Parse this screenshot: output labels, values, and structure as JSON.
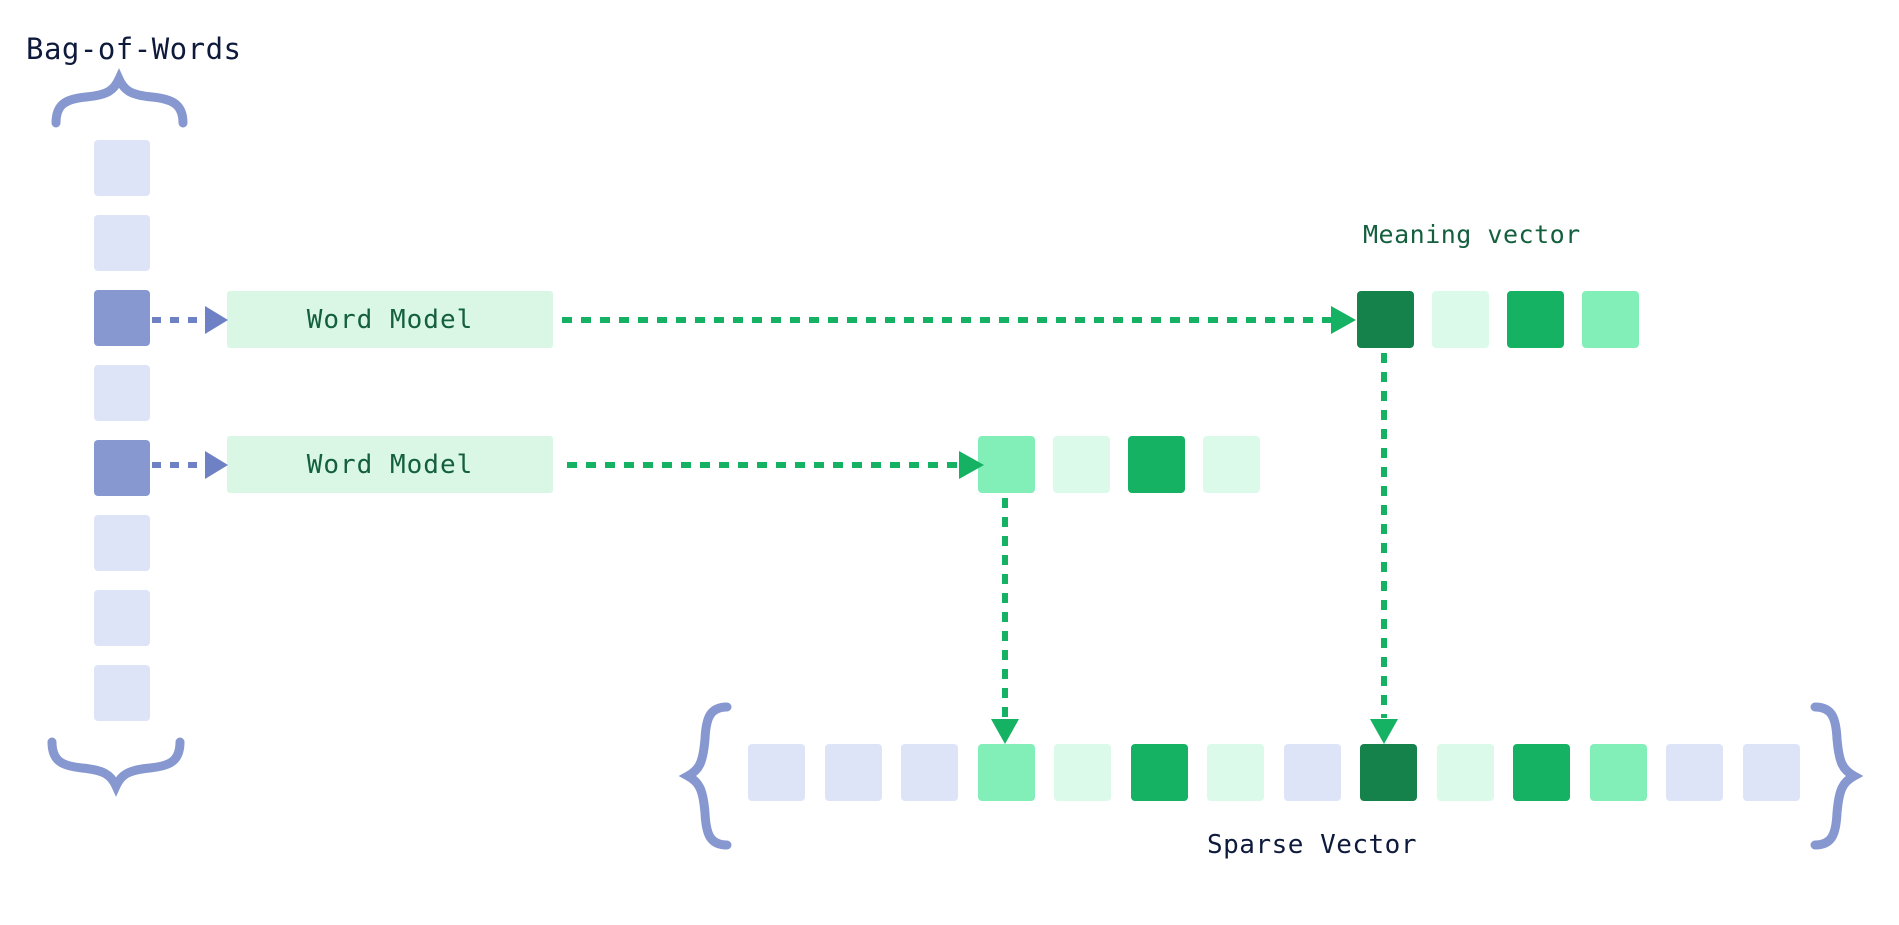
{
  "diagram": {
    "title_bow": "Bag-of-Words",
    "title_meaning": "Meaning vector",
    "title_sparse": "Sparse Vector",
    "model_label": "Word Model"
  },
  "colors": {
    "background": "#FFFFFF",
    "navy_text": "#0E1A3C",
    "green_text": "#14603E",
    "brace_blue": "#8798D0",
    "cell_blue_light": "#DEE4F7",
    "cell_blue_mid": "#8798D0",
    "model_bg": "#DAF7E6",
    "green_dark": "#15814B",
    "green_mid": "#14B262",
    "green_light": "#82EFB8",
    "green_pale": "#DCFAE9",
    "arrow_green": "#14B262",
    "arrow_blue": "#6E81C4"
  },
  "bag_of_words": {
    "cell_count": 8,
    "cells": [
      {
        "index": 0,
        "state": "off",
        "color": "#DEE4F7"
      },
      {
        "index": 1,
        "state": "off",
        "color": "#DEE4F7"
      },
      {
        "index": 2,
        "state": "on",
        "color": "#8798D0"
      },
      {
        "index": 3,
        "state": "off",
        "color": "#DEE4F7"
      },
      {
        "index": 4,
        "state": "on",
        "color": "#8798D0"
      },
      {
        "index": 5,
        "state": "off",
        "color": "#DEE4F7"
      },
      {
        "index": 6,
        "state": "off",
        "color": "#DEE4F7"
      },
      {
        "index": 7,
        "state": "off",
        "color": "#DEE4F7"
      }
    ]
  },
  "word_models": [
    {
      "index": 0,
      "label": "Word Model",
      "source_cell": 2
    },
    {
      "index": 1,
      "label": "Word Model",
      "source_cell": 4
    }
  ],
  "meaning_vectors": [
    {
      "index": 0,
      "label": "Meaning vector",
      "length": 4,
      "colors": [
        "#15814B",
        "#DCFAE9",
        "#14B262",
        "#82EFB8"
      ]
    },
    {
      "index": 1,
      "label": "",
      "length": 4,
      "colors": [
        "#82EFB8",
        "#DCFAE9",
        "#14B262",
        "#DCFAE9"
      ]
    }
  ],
  "sparse_vector": {
    "label": "Sparse Vector",
    "length": 14,
    "colors": [
      "#DEE4F7",
      "#DEE4F7",
      "#DEE4F7",
      "#82EFB8",
      "#DCFAE9",
      "#14B262",
      "#DCFAE9",
      "#DEE4F7",
      "#15814B",
      "#DCFAE9",
      "#14B262",
      "#82EFB8",
      "#DEE4F7",
      "#DEE4F7"
    ],
    "insert_slots": [
      3,
      8
    ]
  },
  "connectors": [
    {
      "name": "bow-to-model-1",
      "style": "dashed",
      "color": "#6E81C4",
      "direction": "right"
    },
    {
      "name": "bow-to-model-2",
      "style": "dashed",
      "color": "#6E81C4",
      "direction": "right"
    },
    {
      "name": "model-to-meaning-1",
      "style": "dashed",
      "color": "#14B262",
      "direction": "right"
    },
    {
      "name": "model-to-meaning-2",
      "style": "dashed",
      "color": "#14B262",
      "direction": "right"
    },
    {
      "name": "meaning-to-sparse-1",
      "style": "dashed",
      "color": "#14B262",
      "direction": "down"
    },
    {
      "name": "meaning-to-sparse-2",
      "style": "dashed",
      "color": "#14B262",
      "direction": "down"
    }
  ],
  "braces": [
    {
      "name": "bow-brace-top",
      "orientation": "up",
      "color": "#8798D0"
    },
    {
      "name": "bow-brace-bottom",
      "orientation": "down",
      "color": "#8798D0"
    },
    {
      "name": "sparse-brace-left",
      "orientation": "left",
      "color": "#8798D0"
    },
    {
      "name": "sparse-brace-right",
      "orientation": "right",
      "color": "#8798D0"
    }
  ]
}
